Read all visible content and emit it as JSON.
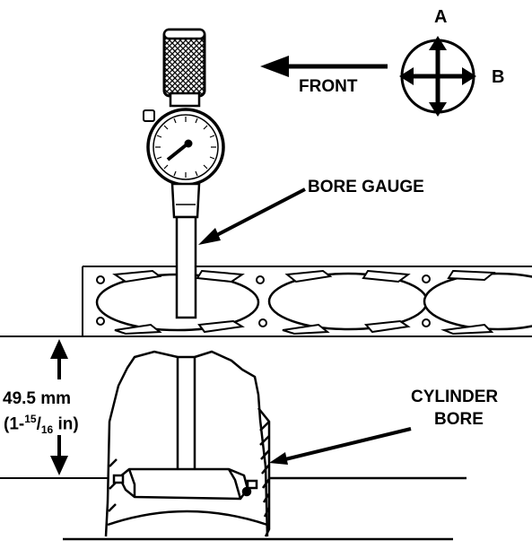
{
  "labels": {
    "front": "FRONT",
    "compass_a": "A",
    "compass_b": "B",
    "bore_gauge": "BORE GAUGE",
    "depth_mm": "49.5 mm",
    "depth_in_prefix": "(1-",
    "depth_in_num": "15",
    "depth_in_sep": "/",
    "depth_in_den": "16",
    "depth_in_suffix": " in)",
    "cylinder_line1": "CYLINDER",
    "cylinder_line2": "BORE"
  },
  "colors": {
    "ink": "#000000",
    "paper": "#ffffff"
  },
  "icons": {
    "compass": "four-way-arrow-compass-icon",
    "front_arrow": "arrow-left-icon"
  }
}
